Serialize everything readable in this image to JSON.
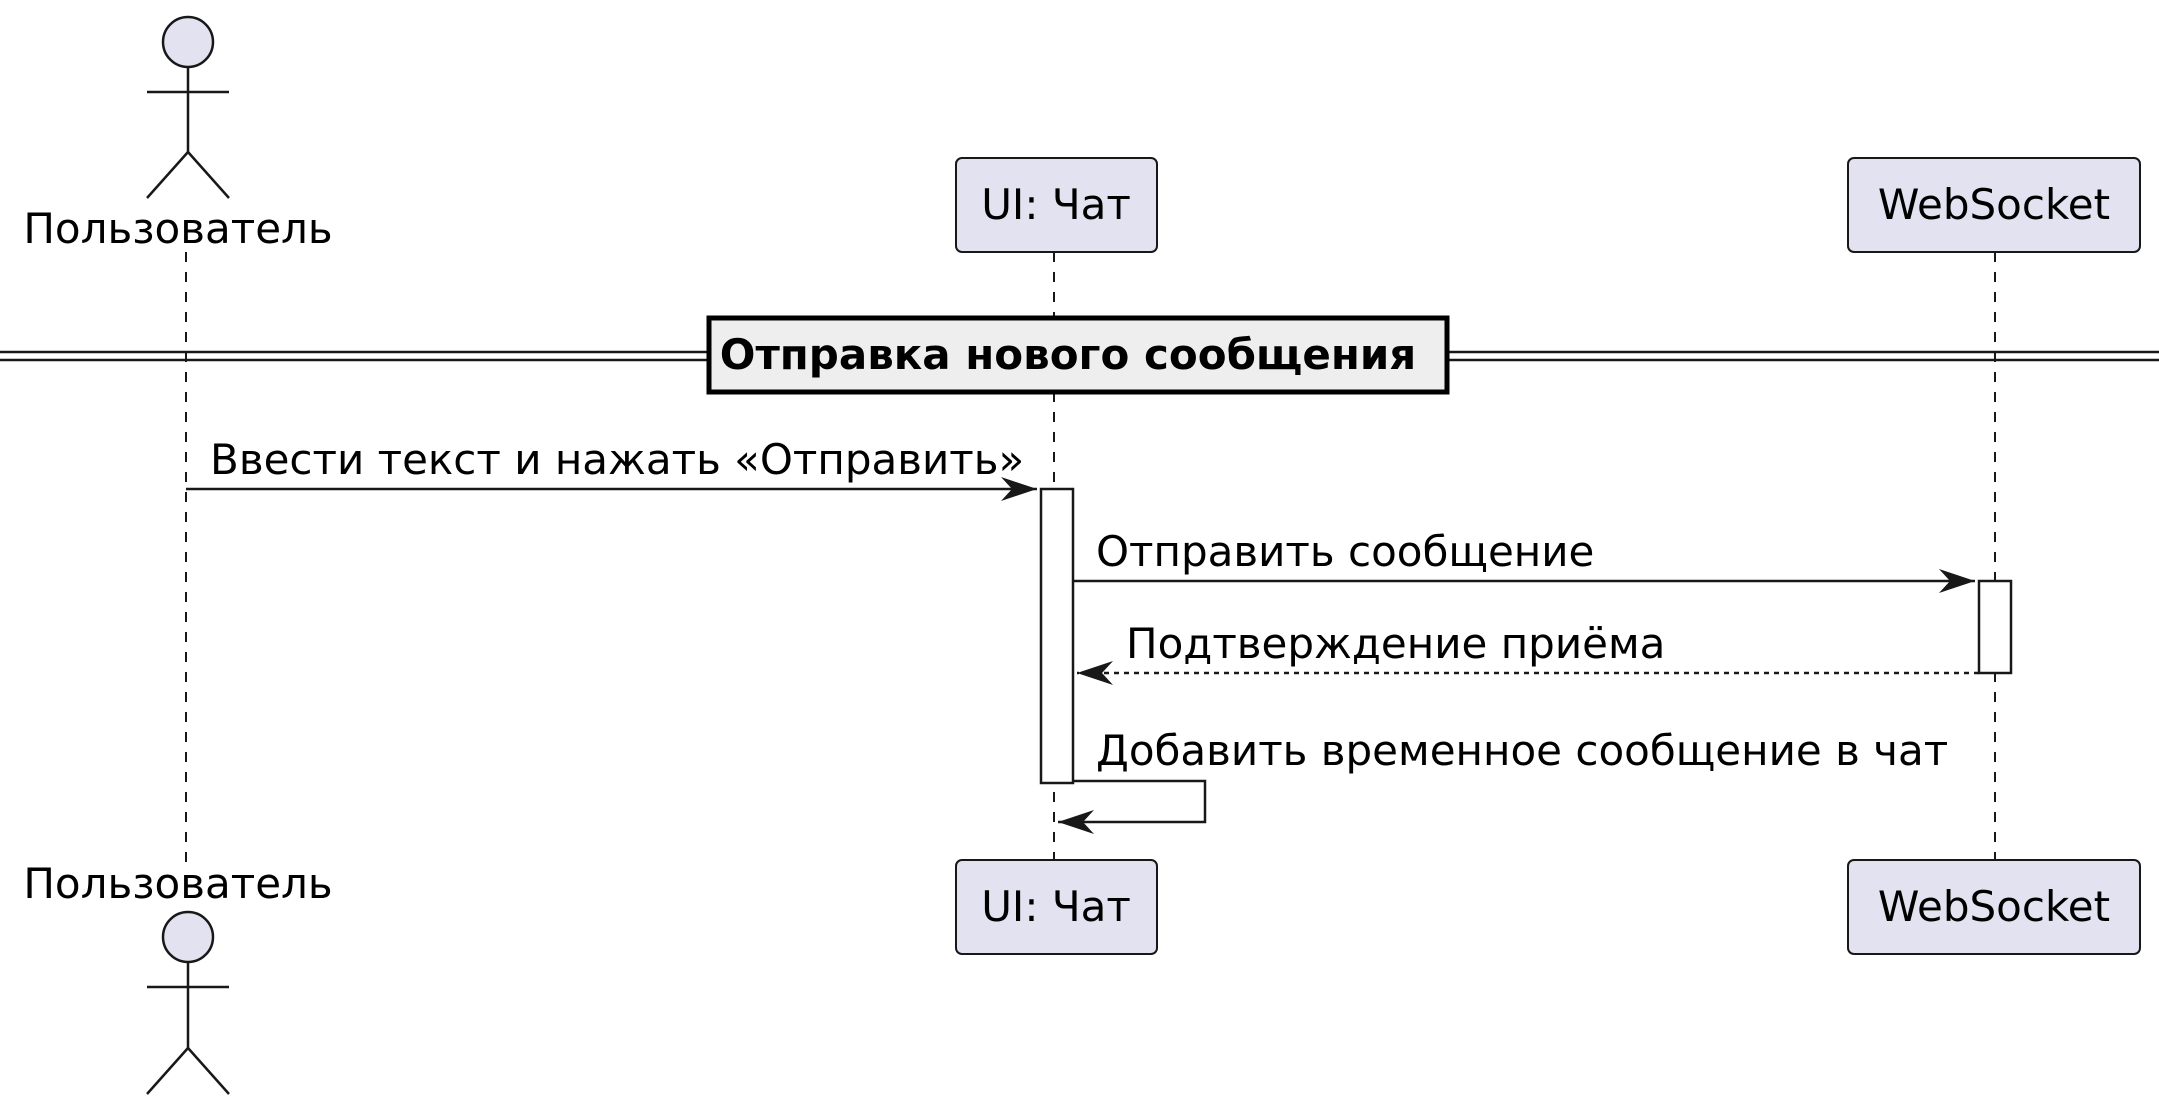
{
  "participants": [
    {
      "id": "user",
      "label": "Пользователь",
      "kind": "actor"
    },
    {
      "id": "ui",
      "label": "UI: Чат",
      "kind": "participant"
    },
    {
      "id": "ws",
      "label": "WebSocket",
      "kind": "participant"
    }
  ],
  "separator": {
    "label": "Отправка нового сообщения"
  },
  "messages": [
    {
      "from": "user",
      "to": "ui",
      "label": "Ввести текст и нажать «Отправить»",
      "style": "solid"
    },
    {
      "from": "ui",
      "to": "ws",
      "label": "Отправить сообщение",
      "style": "solid"
    },
    {
      "from": "ws",
      "to": "ui",
      "label": "Подтверждение приёма",
      "style": "dashed"
    },
    {
      "from": "ui",
      "to": "ui",
      "label": "Добавить временное сообщение в чат",
      "style": "self"
    }
  ],
  "colors": {
    "participant_fill": "#E2E2F0",
    "separator_fill": "#EEEEEE",
    "line": "#181818",
    "activation_fill": "#FFFFFF"
  }
}
